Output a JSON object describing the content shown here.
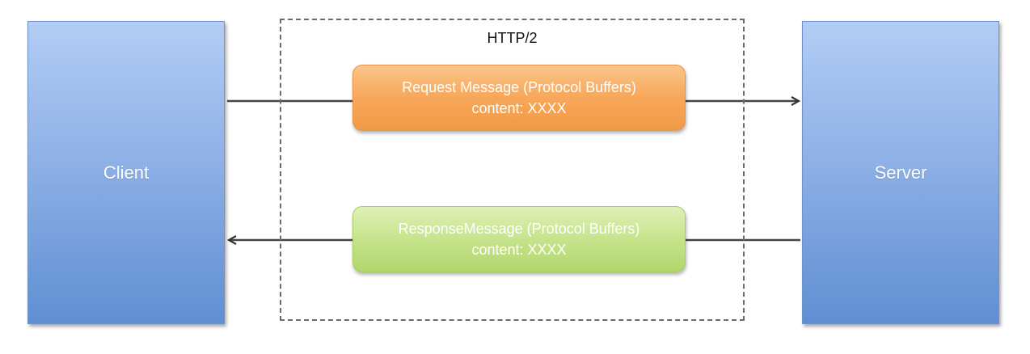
{
  "diagram": {
    "client_label": "Client",
    "server_label": "Server",
    "protocol_label": "HTTP/2",
    "request": {
      "title": "Request Message (Protocol Buffers)",
      "content": "content: XXXX"
    },
    "response": {
      "title": "ResponseMessage (Protocol Buffers)",
      "content": "content: XXXX"
    }
  },
  "colors": {
    "client_server_fill": "#8fb1e6",
    "request_fill": "#f7a75a",
    "response_fill": "#c6e38c",
    "arrow": "#444444",
    "frame_border": "#6b6b6b"
  }
}
